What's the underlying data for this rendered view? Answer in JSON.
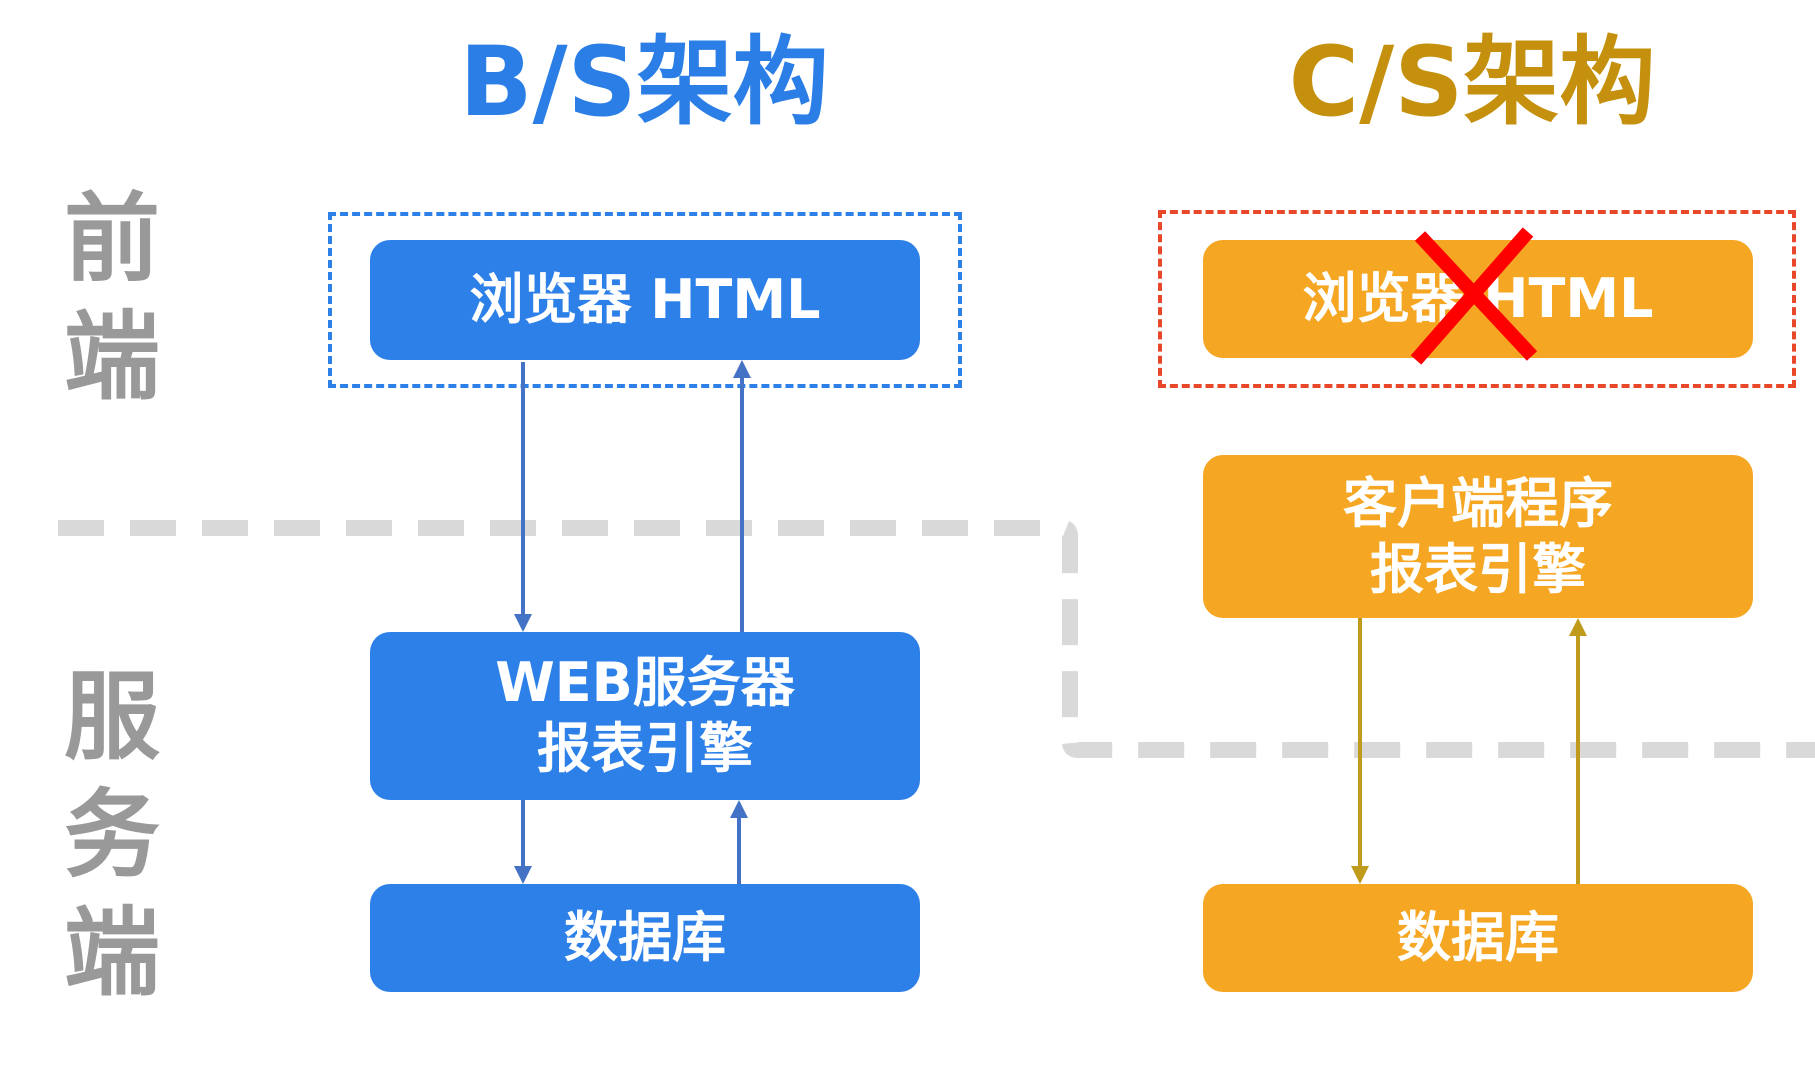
{
  "titles": {
    "bs": "B/S架构",
    "cs": "C/S架构"
  },
  "side_labels": {
    "front": "前端",
    "server": "服务端"
  },
  "bs": {
    "browser": "浏览器 HTML",
    "web_server_line1": "WEB服务器",
    "web_server_line2": "报表引擎",
    "database": "数据库"
  },
  "cs": {
    "browser": "浏览器 HTML",
    "client_line1": "客户端程序",
    "client_line2": "报表引擎",
    "database": "数据库"
  },
  "colors": {
    "bs_blue": "#2d80e8",
    "bs_title": "#2b7ee6",
    "bs_arrow": "#4472c4",
    "cs_orange": "#f5a623",
    "cs_title": "#c4900d",
    "cs_arrow": "#c09a1a",
    "side_gray": "#999999",
    "divider_gray": "#d9d9d9",
    "bs_frame": "#2d80e8",
    "cs_frame": "#e8472a",
    "cross_red": "#ff0000"
  }
}
